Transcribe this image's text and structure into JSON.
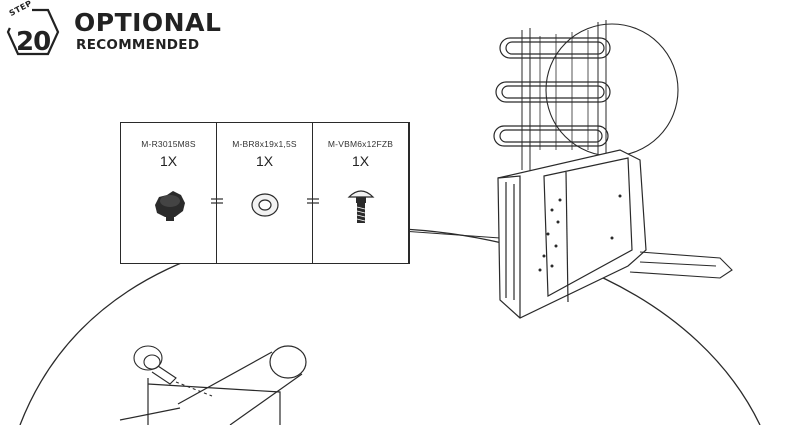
{
  "step": {
    "word": "STEP",
    "number": "20"
  },
  "header": {
    "title": "OPTIONAL",
    "subtitle": "RECOMMENDED"
  },
  "parts": [
    {
      "code": "M-R3015M8S",
      "qty": "1X",
      "icon": "star-knob-icon"
    },
    {
      "code": "M-BR8x19x1,5S",
      "qty": "1X",
      "icon": "washer-icon"
    },
    {
      "code": "M-VBM6x12FZB",
      "qty": "1X",
      "icon": "carriage-bolt-icon"
    }
  ],
  "colors": {
    "line": "#2a2a2a",
    "fill_dark": "#2b2b2b",
    "fill_light": "#f2f2f2"
  }
}
